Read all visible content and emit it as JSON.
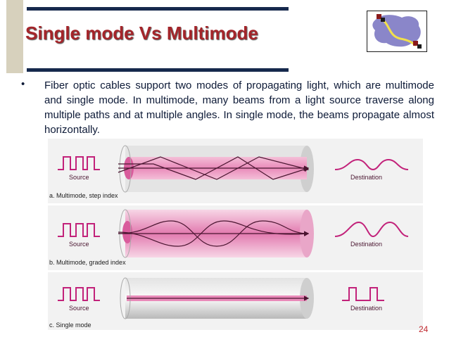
{
  "slide": {
    "title": "Single mode Vs Multimode",
    "bullet_symbol": "•",
    "bullet_text": "Fiber optic cables support two modes of propagating light, which are multimode and single mode. In multimode, many beams from a light source traverse along multiple paths and at multiple angles. In single mode, the beams propagate almost horizontally.",
    "page_number": "24"
  },
  "figure": {
    "panels": [
      {
        "source_label": "Source",
        "destination_label": "Destination",
        "caption": "a. Multimode, step index"
      },
      {
        "source_label": "Source",
        "destination_label": "Destination",
        "caption": "b. Multimode, graded index"
      },
      {
        "source_label": "Source",
        "destination_label": "Destination",
        "caption": "c. Single mode"
      }
    ]
  },
  "colors": {
    "title": "#a4252a",
    "frame": "#16294d",
    "accent_bar": "#d7d1bd",
    "signal": "#c2227a",
    "fiber_core": "#e98ab9"
  }
}
